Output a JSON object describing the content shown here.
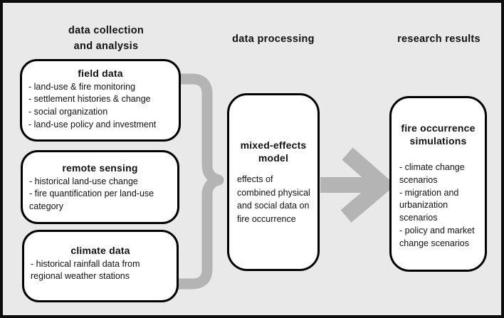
{
  "colors": {
    "background": "#e9e9e9",
    "frame_border": "#0d0d0d",
    "box_fill": "#ffffff",
    "box_border": "#000000",
    "connector_gray": "#b4b4b4"
  },
  "headers": {
    "col1": "data collection\nand analysis",
    "col2": "data processing",
    "col3": "research results"
  },
  "boxes": {
    "field_data": {
      "title": "field data",
      "items": [
        "- land-use & fire monitoring",
        "- settlement histories & change",
        "- social organization",
        "- land-use policy and investment"
      ]
    },
    "remote_sensing": {
      "title": "remote sensing",
      "items": [
        "- historical land-use change",
        "- fire quantification per land-use category"
      ]
    },
    "climate_data": {
      "title": "climate data",
      "items": [
        "- historical rainfall data from regional weather stations"
      ]
    },
    "mixed_effects_model": {
      "title": "mixed-effects\nmodel",
      "body": "effects of combined physical and social data on fire occurrence"
    },
    "fire_occurrence_simulations": {
      "title": "fire occurrence\nsimulations",
      "items": [
        "- climate change scenarios",
        "- migration and urbanization scenarios",
        "- policy and market change scenarios"
      ]
    }
  },
  "connectors": {
    "brace": "curly-brace joining three collection boxes into model box",
    "arrow": "thick right arrow from model box to results box"
  }
}
